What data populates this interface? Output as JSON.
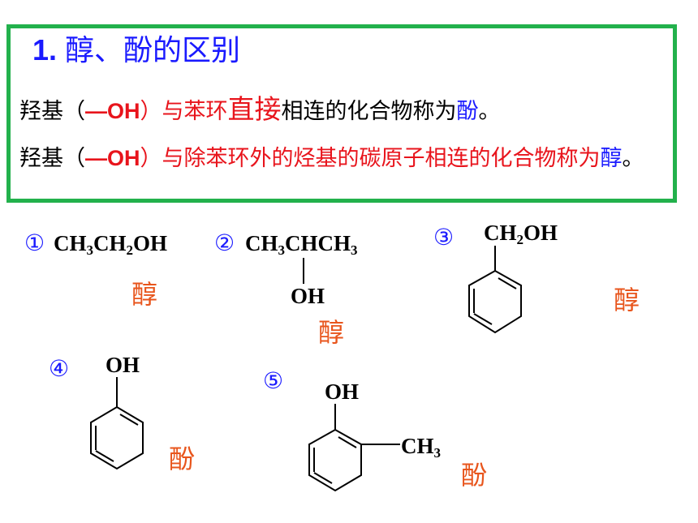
{
  "heading": {
    "num": "1.",
    "text": "醇、酚的区别"
  },
  "def1": {
    "a": "羟基（",
    "oh": "—OH",
    "b": "）与苯环",
    "emph": "直接",
    "c": "相连的化合物称为",
    "term": "酚",
    "d": "。"
  },
  "def2": {
    "a": "羟基（",
    "oh": "—OH",
    "b": "）与除苯环外的烃基的碳原子相连的化合物称为",
    "term": "醇",
    "d": "。"
  },
  "compounds": [
    {
      "num": "①",
      "label": "醇"
    },
    {
      "num": "②",
      "label": "醇"
    },
    {
      "num": "③",
      "label": "醇"
    },
    {
      "num": "④",
      "label": "酚"
    },
    {
      "num": "⑤",
      "label": "酚"
    }
  ],
  "formula": {
    "ch": "CH",
    "c": "C",
    "h": "H",
    "oh": "OH",
    "chch": "CHCH",
    "sub2": "2",
    "sub3": "3"
  }
}
